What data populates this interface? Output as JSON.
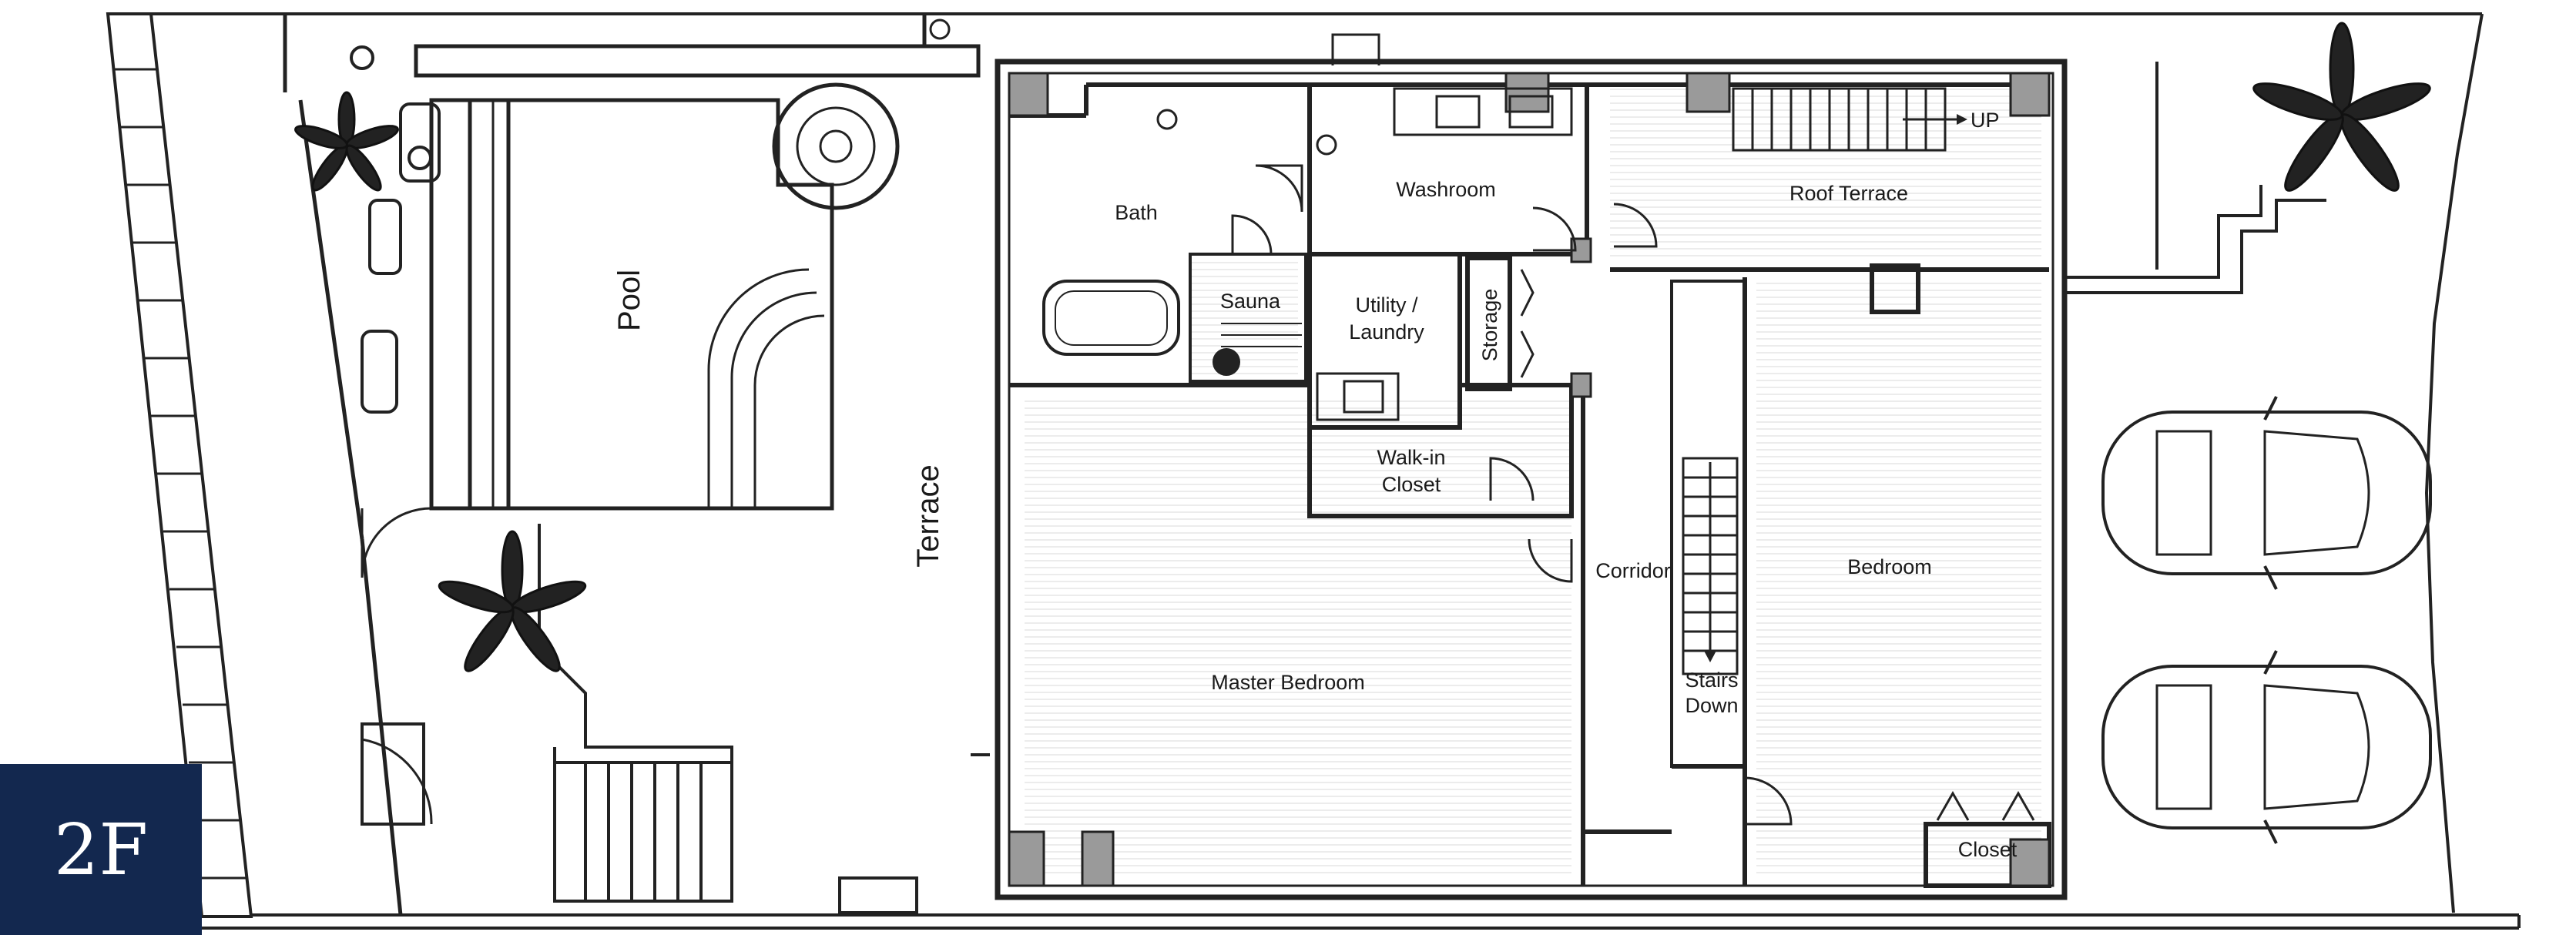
{
  "floor_plan": {
    "floor_label": "2F",
    "rooms": {
      "pool": "Pool",
      "terrace": "Terrace",
      "bath": "Bath",
      "sauna": "Sauna",
      "washroom": "Washroom",
      "utility_line1": "Utility /",
      "utility_line2": "Laundry",
      "storage": "Storage",
      "walkin_line1": "Walk-in",
      "walkin_line2": "Closet",
      "master_bedroom": "Master Bedroom",
      "corridor": "Corridor",
      "roof_terrace": "Roof Terrace",
      "bedroom": "Bedroom",
      "closet": "Closet",
      "stairs_line1": "Stairs",
      "stairs_line2": "Down",
      "stairs_up": "UP"
    }
  }
}
